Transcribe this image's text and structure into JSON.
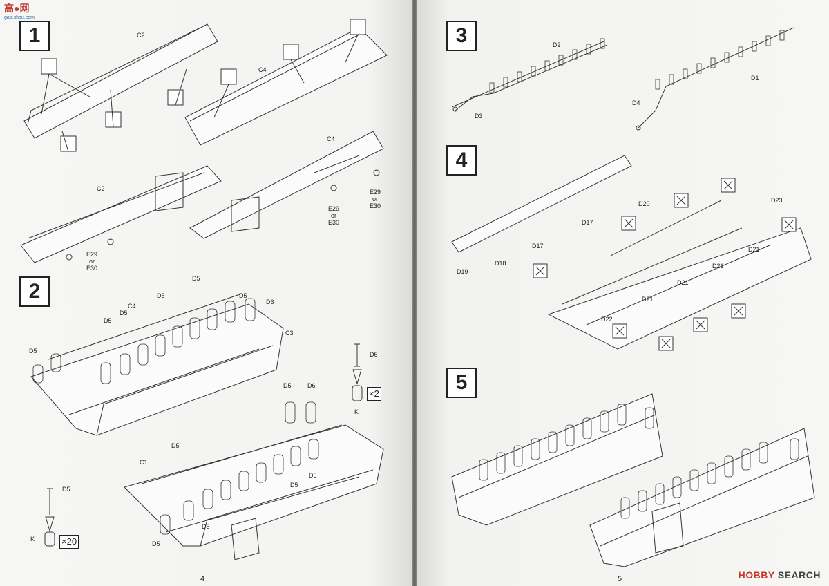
{
  "watermark": {
    "site_cn": "高●网",
    "site_url": "gao.shou.com",
    "brand": "HOBBY",
    "brand_suffix": "SEARCH"
  },
  "left_page": {
    "page_number": "4",
    "steps": [
      {
        "number": "1",
        "labels": [
          "C2",
          "C4",
          "C2",
          "C4",
          "E29",
          "or",
          "E30",
          "E29",
          "or",
          "E30",
          "E29",
          "or",
          "E30"
        ]
      },
      {
        "number": "2",
        "labels": [
          "D5",
          "D5",
          "D5",
          "D5",
          "D5",
          "D5",
          "C4",
          "D6",
          "C3",
          "D5",
          "D6",
          "K",
          "D5",
          "D6",
          "C1",
          "D5",
          "D5",
          "D5",
          "D5",
          "D5",
          "K"
        ],
        "multipliers": [
          "×2",
          "×20"
        ]
      }
    ]
  },
  "right_page": {
    "page_number": "5",
    "steps": [
      {
        "number": "3",
        "labels": [
          "D2",
          "D1",
          "D3",
          "D4"
        ]
      },
      {
        "number": "4",
        "labels": [
          "D20",
          "D17",
          "D17",
          "D23",
          "D21",
          "D21",
          "D21",
          "D21",
          "D18",
          "D19",
          "D22"
        ]
      },
      {
        "number": "5",
        "labels": []
      }
    ]
  }
}
